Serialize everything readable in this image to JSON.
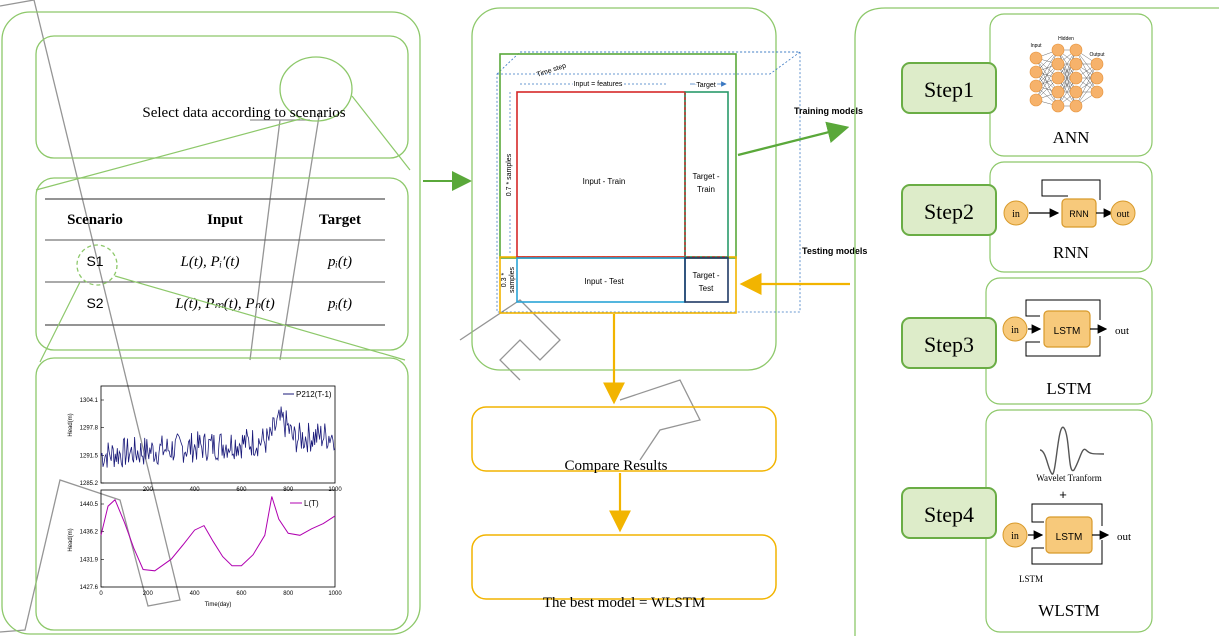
{
  "left_panel": {
    "select_text": "Select data according to scenarios",
    "table": {
      "headers": [
        "Scenario",
        "Input",
        "Target"
      ],
      "rows": [
        {
          "scenario": "S1",
          "input": "L(t), Pᵢ′(t)",
          "target": "pᵢ(t)"
        },
        {
          "scenario": "S2",
          "input": "L(t), Pₘ(t), Pₙ(t)",
          "target": "pᵢ(t)"
        }
      ]
    }
  },
  "middle_panel": {
    "time_step": "Time step",
    "input_features": "Input = features",
    "target": "Target",
    "samples_train": "0.7 * samples",
    "samples_test_a": "0.3 *",
    "samples_test_b": "samples",
    "input_train": "Input - Train",
    "target_train_a": "Target -",
    "target_train_b": "Train",
    "input_test": "Input - Test",
    "target_test_a": "Target -",
    "target_test_b": "Test",
    "training_label": "Training models",
    "testing_label": "Testing models",
    "compare_results": "Compare Results",
    "best_model": "The best model = WLSTM"
  },
  "steps": [
    {
      "step": "Step1",
      "model": "ANN",
      "sub": [
        "Input",
        "Hidden",
        "Output"
      ]
    },
    {
      "step": "Step2",
      "model": "RNN",
      "block": "RNN",
      "in": "in",
      "out": "out"
    },
    {
      "step": "Step3",
      "model": "LSTM",
      "block": "LSTM",
      "in": "in",
      "out": "out"
    },
    {
      "step": "Step4",
      "model": "WLSTM",
      "block": "LSTM",
      "in": "in",
      "out": "out",
      "wavelet": "Wavelet Tranform",
      "plus": "+",
      "lstm_small": "LSTM"
    }
  ],
  "chart_data": [
    {
      "type": "line",
      "series": [
        {
          "name": "P212(T-1)",
          "color": "#1a1a7a"
        }
      ],
      "ylabel": "Head(m)",
      "yticks": [
        "1304.1",
        "1297.8",
        "1291.5",
        "1285.2"
      ],
      "xticks": [
        "200",
        "400",
        "600",
        "800",
        "1000"
      ],
      "xlim": [
        0,
        1000
      ],
      "ylim": [
        1285.2,
        1307
      ]
    },
    {
      "type": "line",
      "series": [
        {
          "name": "L(T)",
          "color": "#b000b0",
          "x": [
            0,
            30,
            60,
            100,
            140,
            180,
            230,
            300,
            350,
            400,
            440,
            480,
            520,
            560,
            600,
            650,
            700,
            730,
            760,
            800,
            850,
            900,
            950,
            1000
          ],
          "y": [
            1433.5,
            1438.0,
            1439.0,
            1435.5,
            1431.5,
            1428.2,
            1428.0,
            1429.8,
            1432.0,
            1434.3,
            1435.0,
            1432.5,
            1430.2,
            1428.8,
            1428.8,
            1430.5,
            1433.5,
            1439.5,
            1436.0,
            1433.8,
            1433.5,
            1434.5,
            1435.3,
            1436.5
          ]
        }
      ],
      "ylabel": "Head(m)",
      "xlabel": "Time(day)",
      "yticks": [
        "1440.5",
        "1436.2",
        "1431.9",
        "1427.6"
      ],
      "xticks": [
        "0",
        "200",
        "400",
        "600",
        "800",
        "1000"
      ],
      "xlim": [
        0,
        1000
      ],
      "ylim": [
        1425.5,
        1440.5
      ]
    }
  ]
}
